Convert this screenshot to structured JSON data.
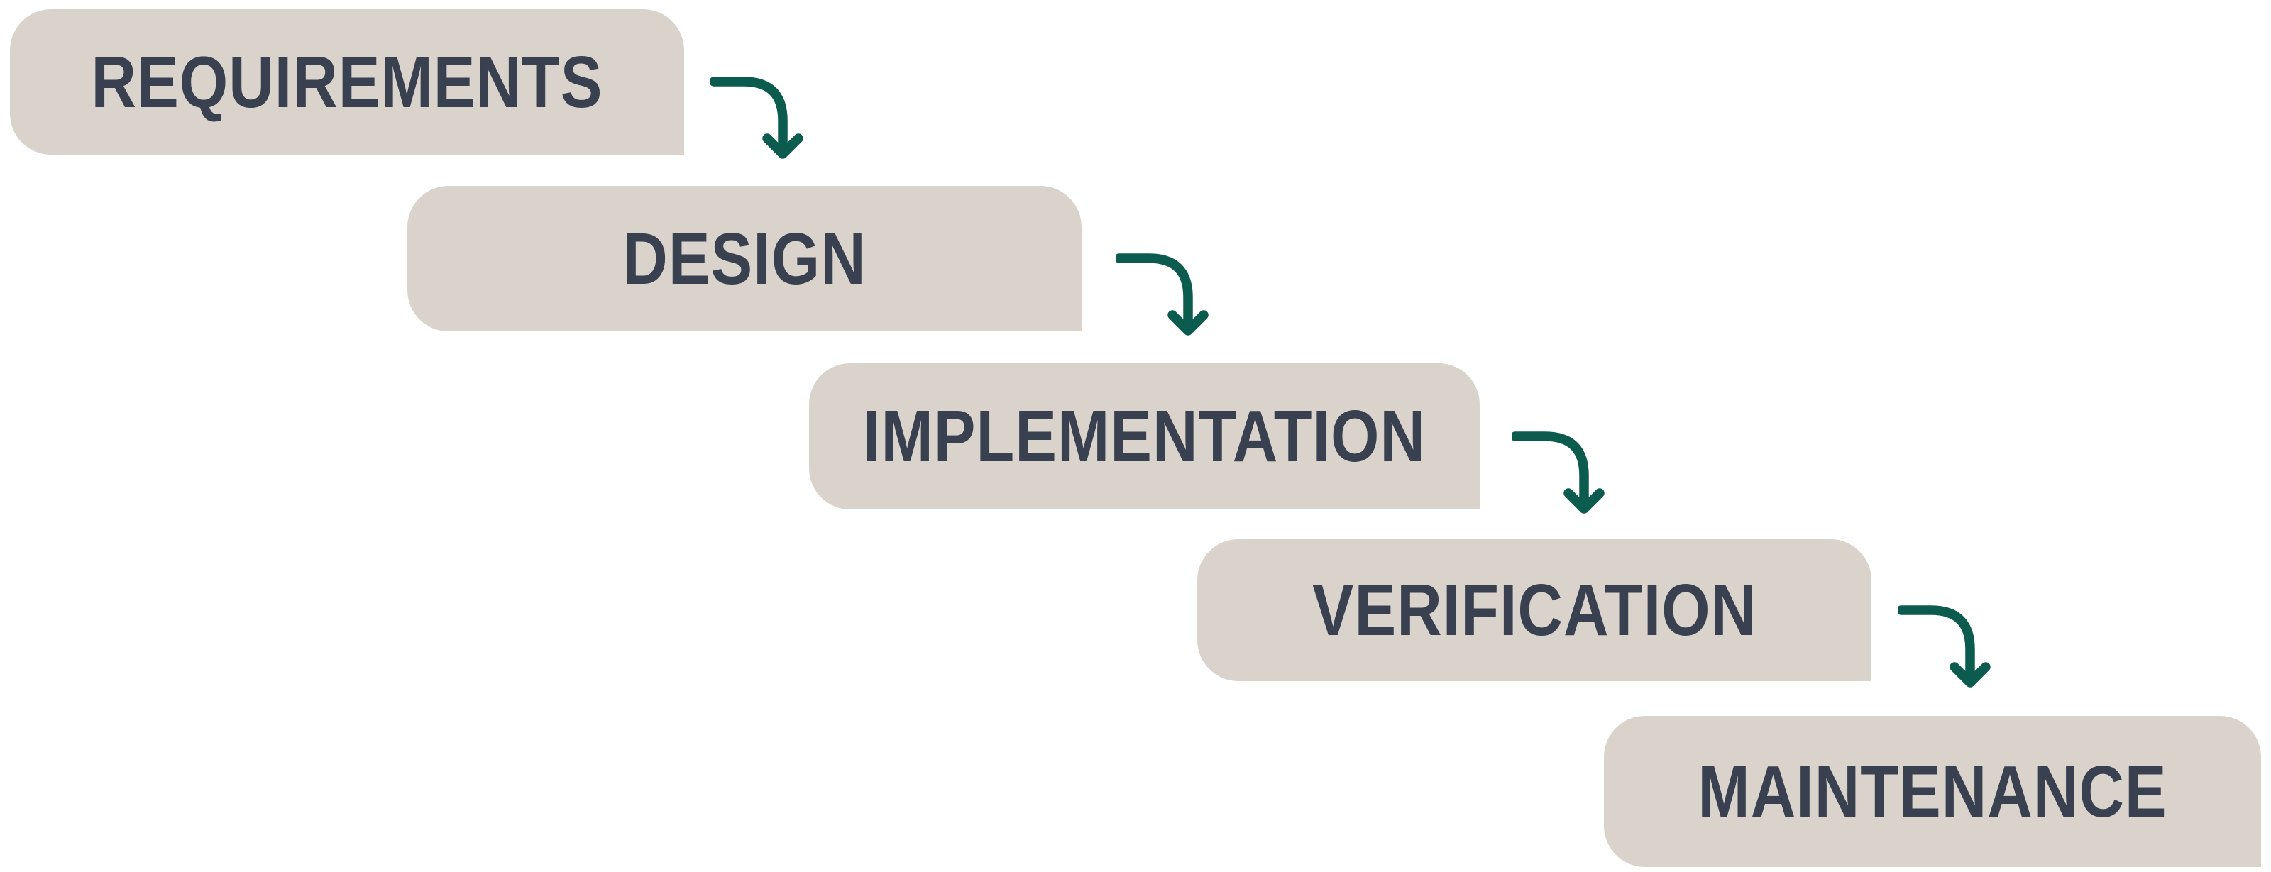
{
  "diagram": {
    "type": "waterfall-process-flow",
    "stages": [
      {
        "label": "REQUIREMENTS"
      },
      {
        "label": "DESIGN"
      },
      {
        "label": "IMPLEMENTATION"
      },
      {
        "label": "VERIFICATION"
      },
      {
        "label": "MAINTENANCE"
      }
    ],
    "connectors": [
      {
        "icon": "curved-down-right-arrow",
        "from": "REQUIREMENTS",
        "to": "DESIGN"
      },
      {
        "icon": "curved-down-right-arrow",
        "from": "DESIGN",
        "to": "IMPLEMENTATION"
      },
      {
        "icon": "curved-down-right-arrow",
        "from": "IMPLEMENTATION",
        "to": "VERIFICATION"
      },
      {
        "icon": "curved-down-right-arrow",
        "from": "VERIFICATION",
        "to": "MAINTENANCE"
      }
    ]
  },
  "colors": {
    "box_fill": "#D9D3CC",
    "label_text": "#394050",
    "arrow": "#0B5C4F",
    "background": "#FFFFFF"
  }
}
